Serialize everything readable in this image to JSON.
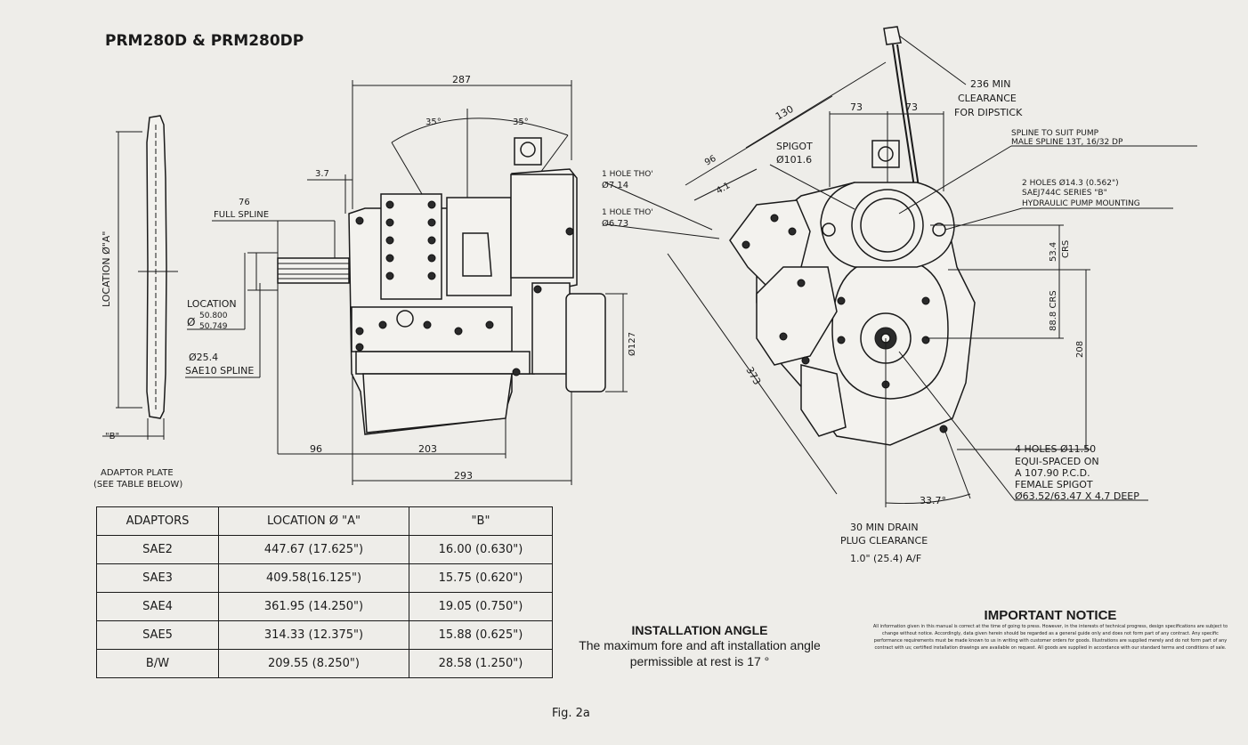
{
  "title": "PRM280D & PRM280DP",
  "side_view": {
    "location_a": "LOCATION Ø\"A\"",
    "b_label": "\"B\"",
    "adaptor_caption_1": "ADAPTOR PLATE",
    "adaptor_caption_2": "(SEE TABLE BELOW)"
  },
  "front_view": {
    "dim_287": "287",
    "angle_left": "35°",
    "angle_right": "35°",
    "dim_3_7": "3.7",
    "dim_76": "76",
    "full_spline": "FULL SPLINE",
    "location": "LOCATION",
    "location_dia": "Ø",
    "location_upper": "50.800",
    "location_lower": "50.749",
    "shaft_dia": "Ø25.4",
    "shaft_spline": "SAE10 SPLINE",
    "dim_127": "Ø127",
    "dim_96": "96",
    "dim_203": "203",
    "dim_293": "293"
  },
  "end_view": {
    "hole_1_label": "1 HOLE THO'",
    "hole_1_dia": "Ø7.14",
    "hole_2_label": "1 HOLE THO'",
    "hole_2_dia": "Ø6.73",
    "dim_130": "130",
    "dim_96": "96",
    "dim_4_1": "4.1",
    "dim_373": "373",
    "spigot_label": "SPIGOT",
    "spigot_dia": "Ø101.6",
    "dim_73_left": "73",
    "dim_73_right": "73",
    "dipstick_1": "236 MIN",
    "dipstick_2": "CLEARANCE",
    "dipstick_3": "FOR DIPSTICK",
    "spline_1": "SPLINE TO SUIT PUMP",
    "spline_2": "MALE SPLINE 13T, 16/32 DP",
    "holes2_1": "2 HOLES Ø14.3 (0.562\")",
    "holes2_2": "SAEJ744C SERIES \"B\"",
    "holes2_3": "HYDRAULIC PUMP MOUNTING",
    "dim_53_4": "53.4",
    "crs_1": "CRS",
    "dim_88_8": "88.8 CRS",
    "dim_208": "208",
    "holes4_1": "4 HOLES Ø11.50",
    "holes4_2": "EQUI-SPACED ON",
    "holes4_3": "A 107.90 P.C.D.",
    "holes4_4": "FEMALE SPIGOT",
    "holes4_5": "Ø63.52/63.47 X 4.7 DEEP",
    "dim_33_7": "33.7°",
    "drain_1": "30 MIN DRAIN",
    "drain_2": "PLUG CLEARANCE",
    "drain_3": "1.0\" (25.4) A/F"
  },
  "table": {
    "headers": [
      "ADAPTORS",
      "LOCATION Ø \"A\"",
      "\"B\""
    ],
    "rows": [
      [
        "SAE2",
        "447.67 (17.625\")",
        "16.00 (0.630\")"
      ],
      [
        "SAE3",
        "409.58(16.125\")",
        "15.75 (0.620\")"
      ],
      [
        "SAE4",
        "361.95 (14.250\")",
        "19.05 (0.750\")"
      ],
      [
        "SAE5",
        "314.33 (12.375\")",
        "15.88 (0.625\")"
      ],
      [
        "B/W",
        "209.55 (8.250\")",
        "28.58 (1.250\")"
      ]
    ]
  },
  "installation": {
    "heading": "INSTALLATION ANGLE",
    "body": "The maximum fore and aft installation angle permissible at rest is 17 °"
  },
  "notice": {
    "heading": "IMPORTANT NOTICE",
    "body": "All information given in this manual is correct at the time of going to press. However, in the interests of technical progress, design specifications are subject to change without notice. Accordingly, data given herein should be regarded as a general guide only and does not form part of any contract. Any specific performance requirements must be made known to us in writing with customer orders for goods. Illustrations are supplied merely and do not form part of any contract with us; certified installation drawings are available on request. All goods are supplied in accordance with our standard terms and conditions of sale."
  },
  "caption": "Fig. 2a"
}
